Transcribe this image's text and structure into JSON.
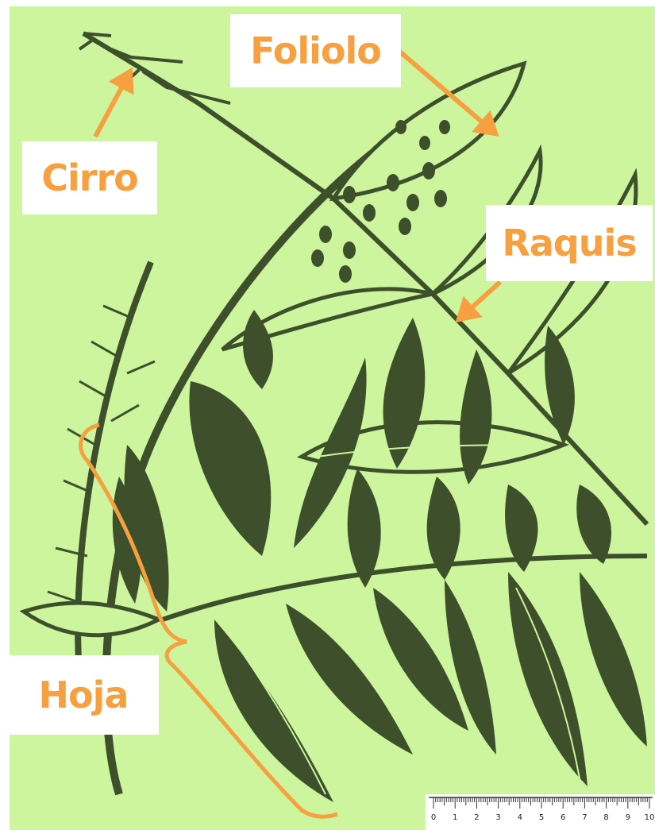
{
  "labels": {
    "foliolo": "Foliolo",
    "cirro": "Cirro",
    "raquis": "Raquis",
    "hoja": "Hoja"
  },
  "ruler": {
    "ticks": [
      "0",
      "1",
      "2",
      "3",
      "4",
      "5",
      "6",
      "7",
      "8",
      "9",
      "10"
    ]
  },
  "colors": {
    "background": "#ccf59d",
    "ink": "#3d4f2b",
    "accent": "#f7a040",
    "label_box": "#ffffff"
  }
}
